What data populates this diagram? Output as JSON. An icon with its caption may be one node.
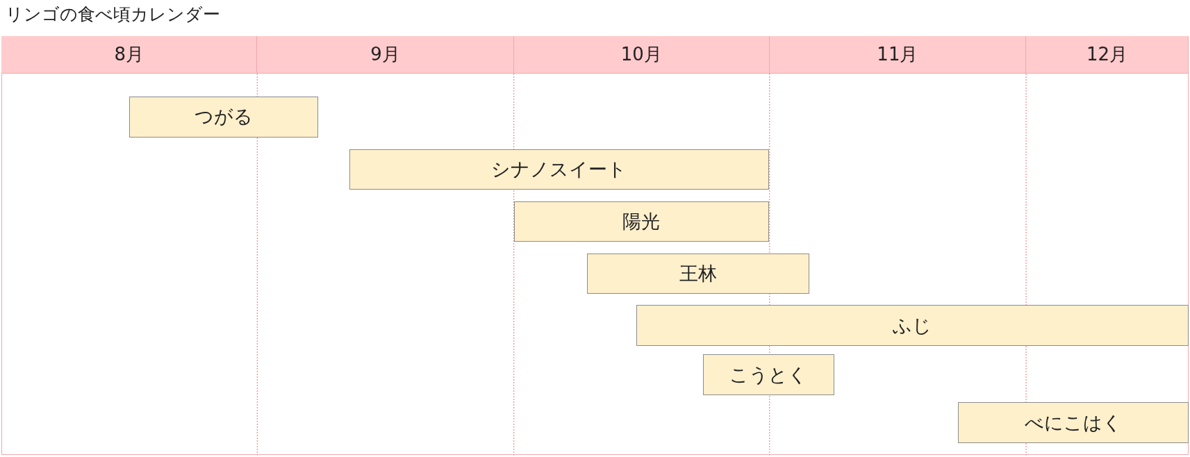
{
  "diagram": {
    "title": "リンゴの食べ頃カレンダー",
    "nodes": [
      {
        "text": [
          "8月"
        ]
      },
      {
        "text": [
          "9月"
        ]
      },
      {
        "text": [
          "10月"
        ]
      },
      {
        "text": [
          "11月"
        ]
      },
      {
        "text": [
          "12月"
        ]
      },
      {
        "text": [
          "つがる"
        ]
      },
      {
        "text": [
          "シナノスイート"
        ]
      },
      {
        "text": [
          "陽光"
        ]
      },
      {
        "text": [
          "王林"
        ]
      },
      {
        "text": [
          "ふじ"
        ]
      },
      {
        "text": [
          "こうとく"
        ]
      },
      {
        "text": [
          "べにこはく"
        ]
      }
    ]
  }
}
